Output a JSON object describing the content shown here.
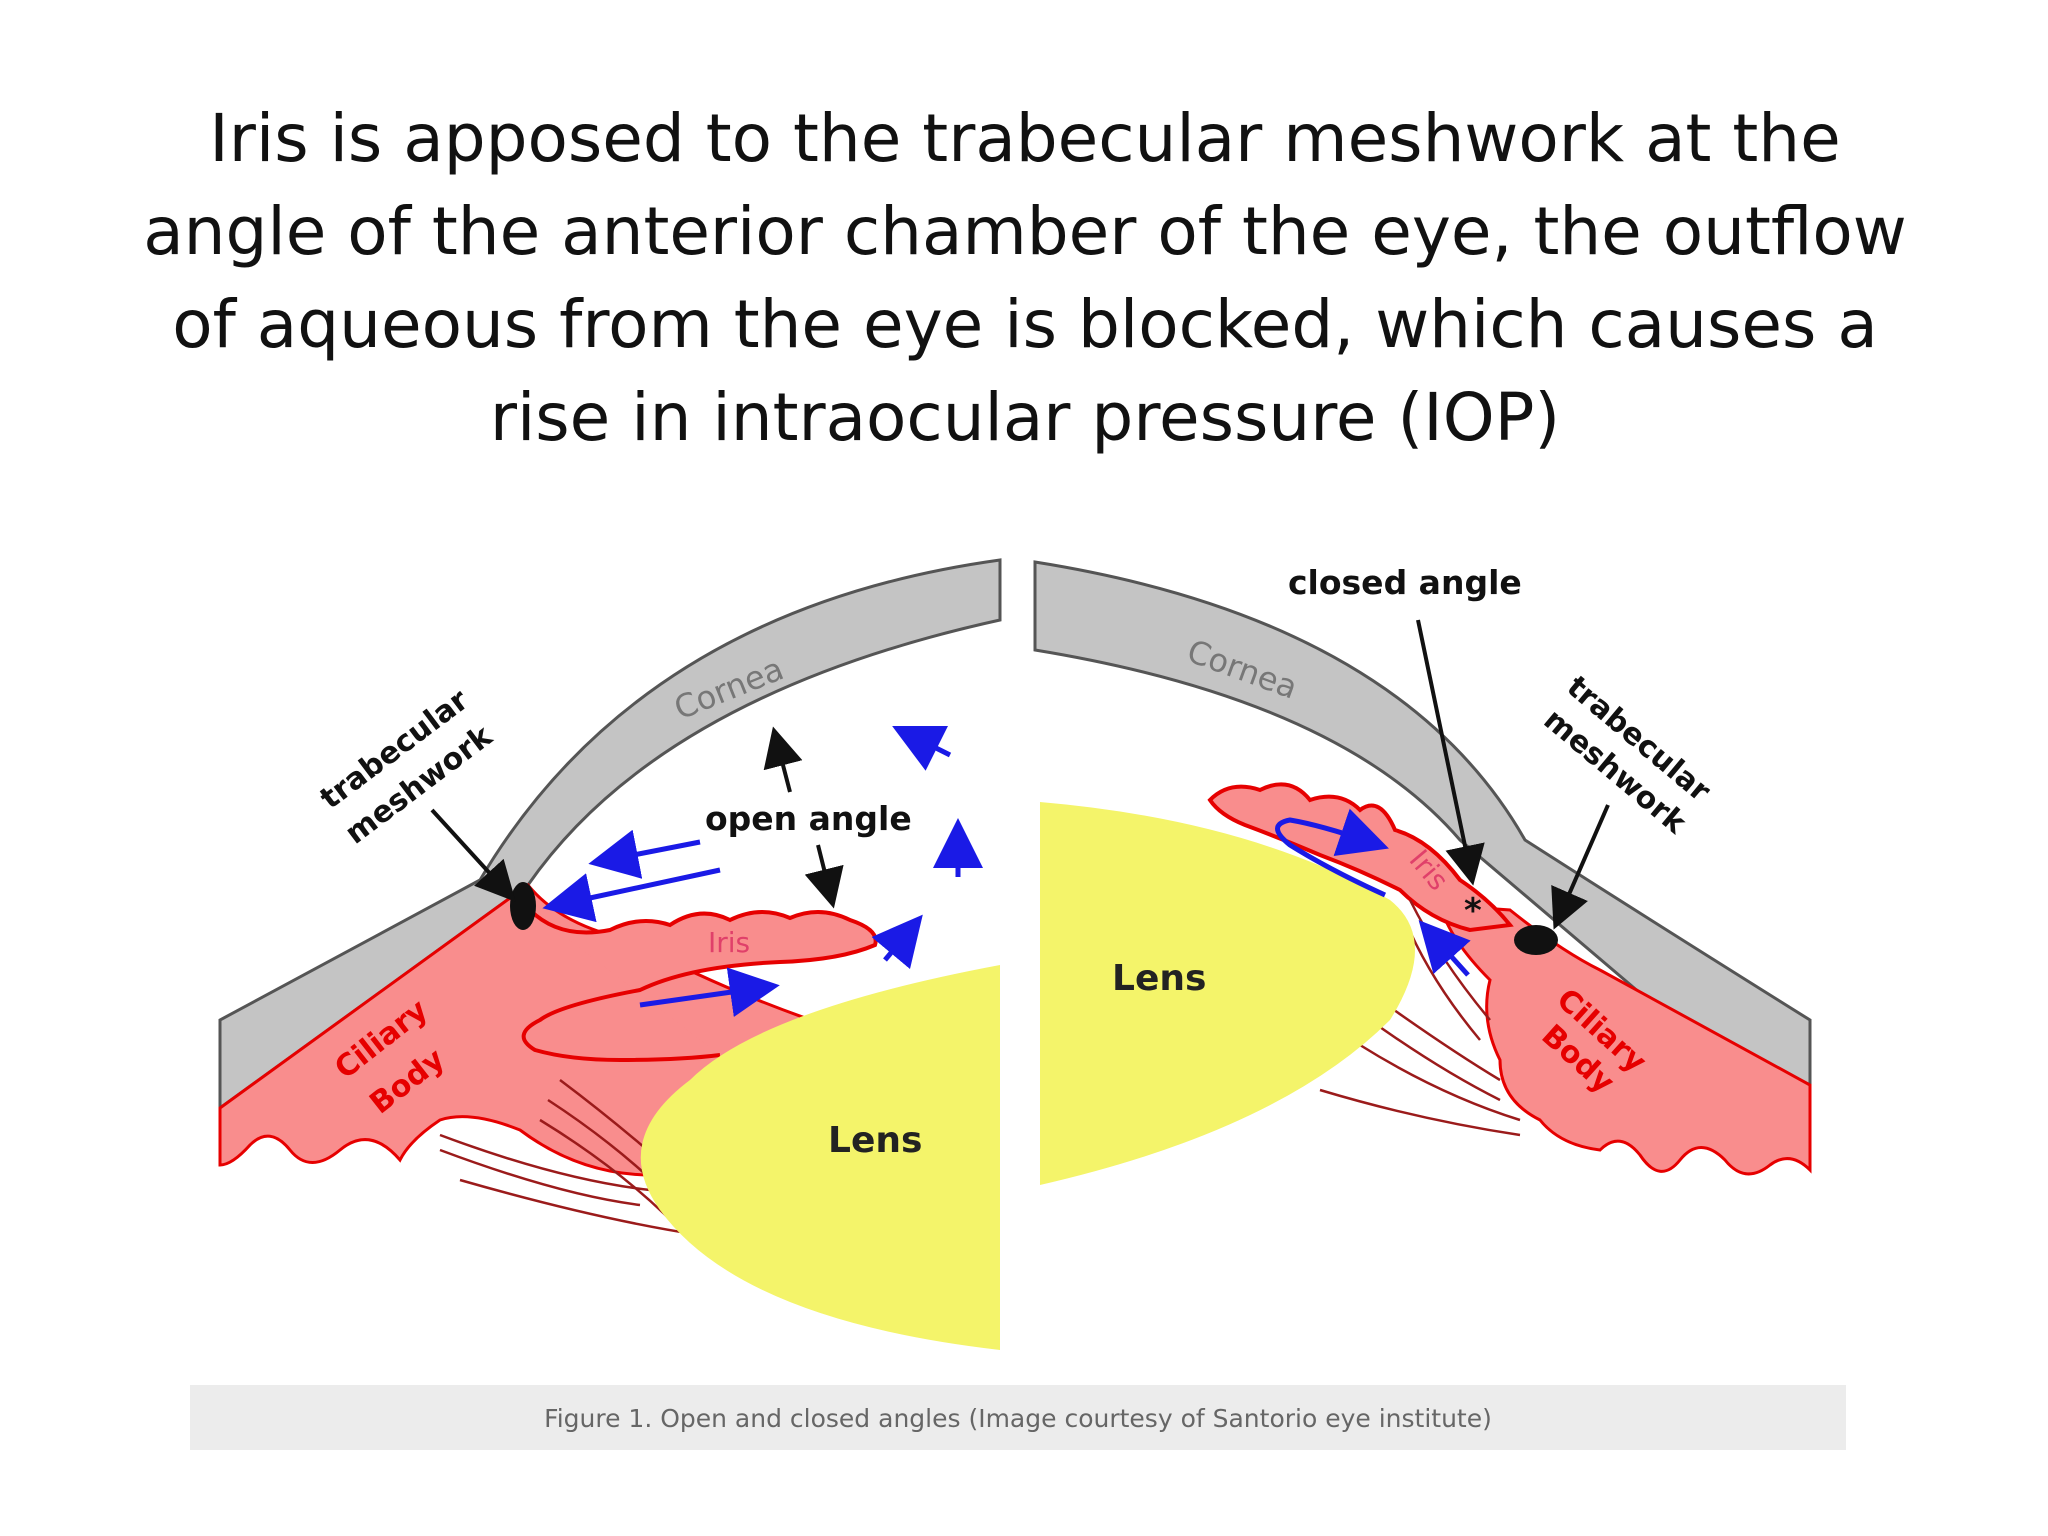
{
  "slide": {
    "title": "Iris is apposed to the trabecular meshwork at the angle of the anterior chamber of the eye, the outflow of aqueous from the eye is blocked, which causes a rise in intraocular pressure (IOP)"
  },
  "figure": {
    "left_panel": {
      "trabecular_line1": "trabecular",
      "trabecular_line2": "meshwork",
      "cornea": "Cornea",
      "open_angle": "open angle",
      "iris": "Iris",
      "ciliary_line1": "Ciliary",
      "ciliary_line2": "Body",
      "lens": "Lens"
    },
    "right_panel": {
      "closed_angle": "closed angle",
      "cornea": "Cornea",
      "trabecular_line1": "trabecular",
      "trabecular_line2": "meshwork",
      "iris": "Iris",
      "asterisk": "*",
      "ciliary_line1": "Ciliary",
      "ciliary_line2": "Body",
      "lens": "Lens"
    },
    "caption": "Figure 1. Open and closed angles (Image courtesy of Santorio eye institute)"
  },
  "colors": {
    "cornea": "#c4c4c4",
    "ciliary_body": "#f98d8d",
    "iris_outline": "#e60000",
    "lens": "#f4f46a",
    "flow_arrow": "#1a1ae6",
    "trabecular": "#111111"
  }
}
